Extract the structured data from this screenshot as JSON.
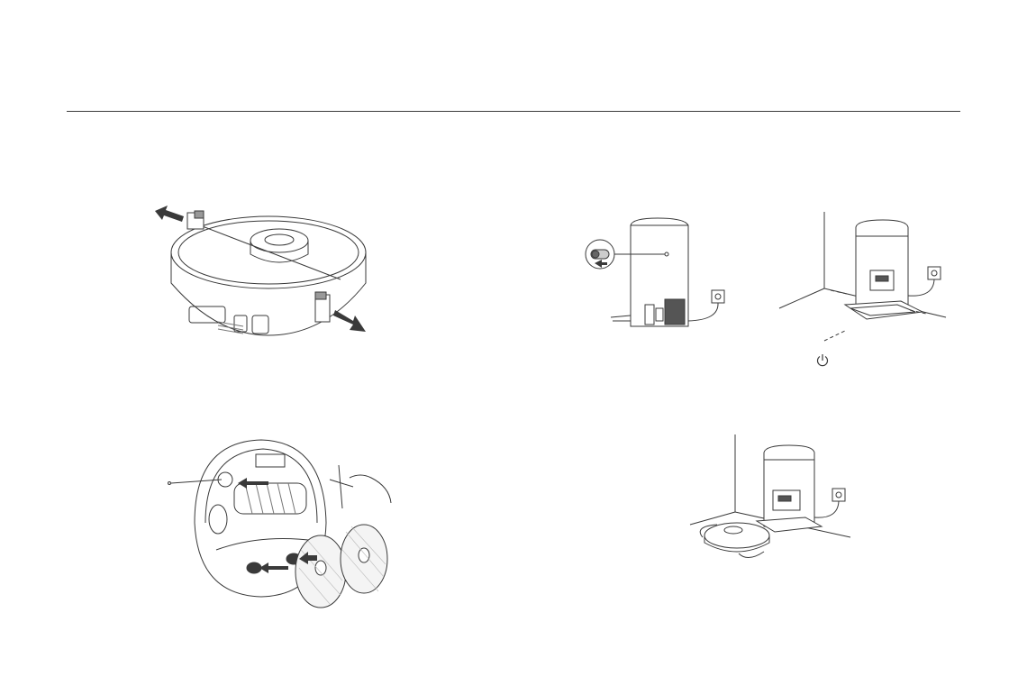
{
  "page": {
    "background": "#ffffff",
    "rule_color": "#3a3a3a",
    "line_color": "#3a3a3a",
    "fill_dark": "#555555",
    "fill_light": "#eeeeee"
  },
  "figures": [
    {
      "name": "robot-protective-strips-removal",
      "icon": "robot-vacuum-top-view"
    },
    {
      "name": "dock-power-switch-back",
      "icon": "dock-rear-with-switch"
    },
    {
      "name": "dock-placed-against-wall",
      "icon": "dock-with-ramp"
    },
    {
      "name": "robot-underside-brush-and-mop-pads",
      "icon": "robot-vacuum-underside"
    },
    {
      "name": "robot-placed-on-dock",
      "icon": "robot-docking"
    }
  ],
  "icons": {
    "power": "power-icon"
  }
}
